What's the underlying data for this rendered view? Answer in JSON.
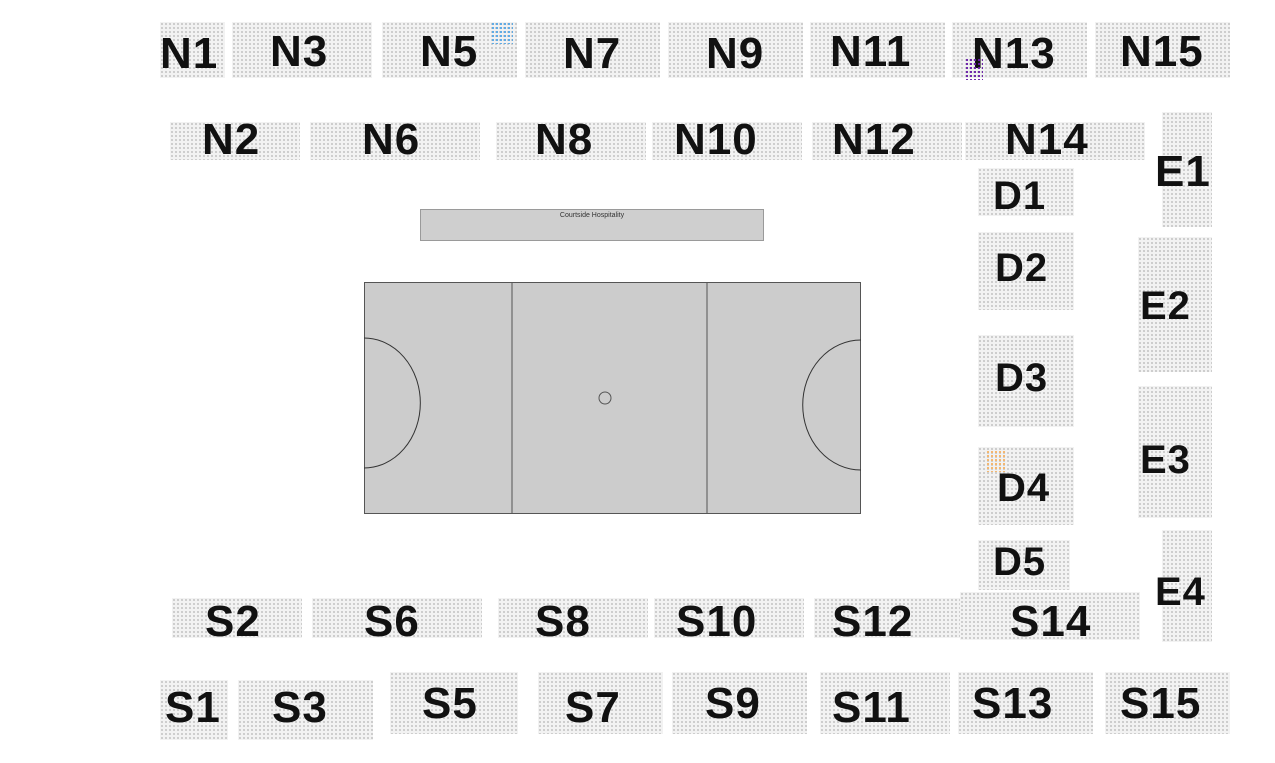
{
  "colors": {
    "court_fill": "#cccccc",
    "court_line": "#555555",
    "seat_dot": "#c4c4c4",
    "highlight_blue": "#5aa9e6",
    "highlight_purple": "#6a1fa8",
    "highlight_orange": "#f5b56b"
  },
  "hospitality": {
    "label": "Courtside Hospitality"
  },
  "sections": [
    {
      "id": "N1",
      "label": "N1"
    },
    {
      "id": "N3",
      "label": "N3"
    },
    {
      "id": "N5",
      "label": "N5"
    },
    {
      "id": "N7",
      "label": "N7"
    },
    {
      "id": "N9",
      "label": "N9"
    },
    {
      "id": "N11",
      "label": "N11"
    },
    {
      "id": "N13",
      "label": "N13"
    },
    {
      "id": "N15",
      "label": "N15"
    },
    {
      "id": "N2",
      "label": "N2"
    },
    {
      "id": "N6",
      "label": "N6"
    },
    {
      "id": "N8",
      "label": "N8"
    },
    {
      "id": "N10",
      "label": "N10"
    },
    {
      "id": "N12",
      "label": "N12"
    },
    {
      "id": "N14",
      "label": "N14"
    },
    {
      "id": "E1",
      "label": "E1"
    },
    {
      "id": "E2",
      "label": "E2"
    },
    {
      "id": "E3",
      "label": "E3"
    },
    {
      "id": "E4",
      "label": "E4"
    },
    {
      "id": "D1",
      "label": "D1"
    },
    {
      "id": "D2",
      "label": "D2"
    },
    {
      "id": "D3",
      "label": "D3"
    },
    {
      "id": "D4",
      "label": "D4"
    },
    {
      "id": "D5",
      "label": "D5"
    },
    {
      "id": "S2",
      "label": "S2"
    },
    {
      "id": "S6",
      "label": "S6"
    },
    {
      "id": "S8",
      "label": "S8"
    },
    {
      "id": "S10",
      "label": "S10"
    },
    {
      "id": "S12",
      "label": "S12"
    },
    {
      "id": "S14",
      "label": "S14"
    },
    {
      "id": "S1",
      "label": "S1"
    },
    {
      "id": "S3",
      "label": "S3"
    },
    {
      "id": "S5",
      "label": "S5"
    },
    {
      "id": "S7",
      "label": "S7"
    },
    {
      "id": "S9",
      "label": "S9"
    },
    {
      "id": "S11",
      "label": "S11"
    },
    {
      "id": "S13",
      "label": "S13"
    },
    {
      "id": "S15",
      "label": "S15"
    }
  ]
}
